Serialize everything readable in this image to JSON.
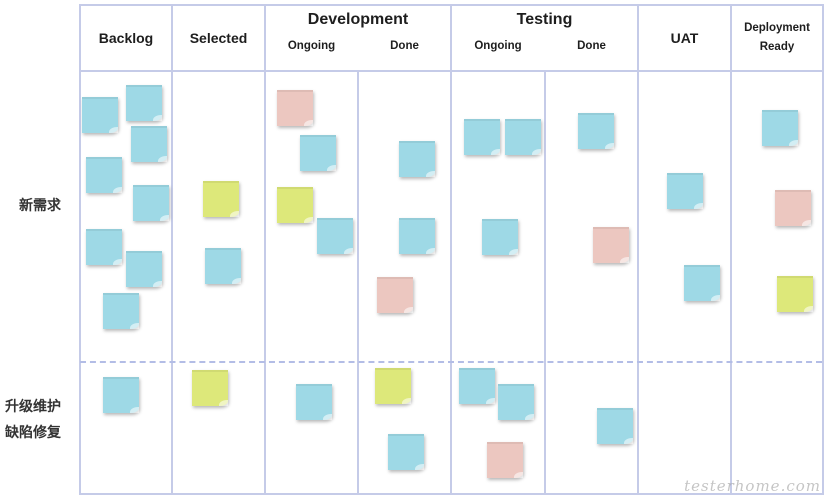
{
  "columns": {
    "backlog": "Backlog",
    "selected": "Selected",
    "development": "Development",
    "dev_ongoing": "Ongoing",
    "dev_done": "Done",
    "testing": "Testing",
    "test_ongoing": "Ongoing",
    "test_done": "Done",
    "uat": "UAT",
    "deployment_line1": "Deployment",
    "deployment_line2": "Ready"
  },
  "rows": {
    "new_requirements": "新需求",
    "upgrade_line1": "升级维护",
    "upgrade_line2": "缺陷修复"
  },
  "note_colors": {
    "blue": "#9ed9e6",
    "green": "#dde87a",
    "pink": "#ecc7c0"
  },
  "notes": [
    {
      "color": "blue",
      "col": "backlog",
      "row": "new_requirements"
    },
    {
      "color": "blue",
      "col": "backlog",
      "row": "new_requirements"
    },
    {
      "color": "blue",
      "col": "backlog",
      "row": "new_requirements"
    },
    {
      "color": "blue",
      "col": "backlog",
      "row": "new_requirements"
    },
    {
      "color": "blue",
      "col": "backlog",
      "row": "new_requirements"
    },
    {
      "color": "blue",
      "col": "backlog",
      "row": "new_requirements"
    },
    {
      "color": "blue",
      "col": "backlog",
      "row": "new_requirements"
    },
    {
      "color": "blue",
      "col": "backlog",
      "row": "new_requirements"
    },
    {
      "color": "green",
      "col": "selected",
      "row": "new_requirements"
    },
    {
      "color": "blue",
      "col": "selected",
      "row": "new_requirements"
    },
    {
      "color": "pink",
      "col": "dev_ongoing",
      "row": "new_requirements"
    },
    {
      "color": "blue",
      "col": "dev_ongoing",
      "row": "new_requirements"
    },
    {
      "color": "green",
      "col": "dev_ongoing",
      "row": "new_requirements"
    },
    {
      "color": "blue",
      "col": "dev_ongoing",
      "row": "new_requirements"
    },
    {
      "color": "blue",
      "col": "dev_done",
      "row": "new_requirements"
    },
    {
      "color": "blue",
      "col": "dev_done",
      "row": "new_requirements"
    },
    {
      "color": "pink",
      "col": "dev_done",
      "row": "new_requirements"
    },
    {
      "color": "blue",
      "col": "test_ongoing",
      "row": "new_requirements"
    },
    {
      "color": "blue",
      "col": "test_ongoing",
      "row": "new_requirements"
    },
    {
      "color": "blue",
      "col": "test_ongoing",
      "row": "new_requirements"
    },
    {
      "color": "blue",
      "col": "test_done",
      "row": "new_requirements"
    },
    {
      "color": "pink",
      "col": "test_done",
      "row": "new_requirements"
    },
    {
      "color": "blue",
      "col": "uat",
      "row": "new_requirements"
    },
    {
      "color": "blue",
      "col": "uat",
      "row": "new_requirements"
    },
    {
      "color": "blue",
      "col": "deployment",
      "row": "new_requirements"
    },
    {
      "color": "pink",
      "col": "deployment",
      "row": "new_requirements"
    },
    {
      "color": "green",
      "col": "deployment",
      "row": "new_requirements"
    },
    {
      "color": "blue",
      "col": "backlog",
      "row": "upgrade_maintenance"
    },
    {
      "color": "green",
      "col": "selected",
      "row": "upgrade_maintenance"
    },
    {
      "color": "blue",
      "col": "dev_ongoing",
      "row": "upgrade_maintenance"
    },
    {
      "color": "green",
      "col": "dev_done",
      "row": "upgrade_maintenance"
    },
    {
      "color": "blue",
      "col": "dev_done",
      "row": "upgrade_maintenance"
    },
    {
      "color": "blue",
      "col": "test_ongoing",
      "row": "upgrade_maintenance"
    },
    {
      "color": "blue",
      "col": "test_ongoing",
      "row": "upgrade_maintenance"
    },
    {
      "color": "pink",
      "col": "test_ongoing",
      "row": "upgrade_maintenance"
    },
    {
      "color": "blue",
      "col": "test_done",
      "row": "upgrade_maintenance"
    }
  ],
  "watermark": "testerhome.com"
}
